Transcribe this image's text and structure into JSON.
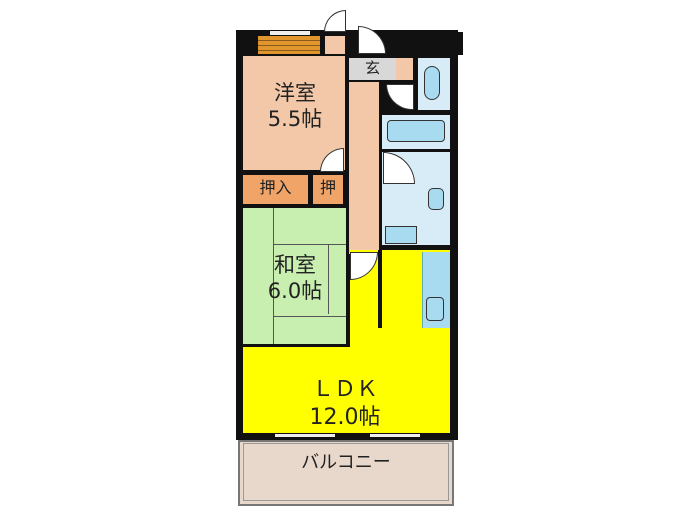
{
  "rooms": {
    "western": {
      "name": "洋室",
      "size": "5.5帖",
      "color": "#f2c8a8"
    },
    "japanese": {
      "name": "和室",
      "size": "6.0帖",
      "color": "#c8eeb0"
    },
    "ldk": {
      "name": "ＬＤＫ",
      "size": "12.0帖",
      "color": "#ffff00"
    },
    "entrance": {
      "name": "玄",
      "color": "#d8d8d8"
    },
    "closet_large": {
      "name": "押入",
      "color": "#f0a468"
    },
    "closet_small": {
      "name": "押",
      "color": "#f0a468"
    },
    "balcony": {
      "name": "バルコニー",
      "color": "#e8d8cc"
    },
    "wet_area_color": "#d8ecf8",
    "fixture_color": "#a8daf0"
  }
}
